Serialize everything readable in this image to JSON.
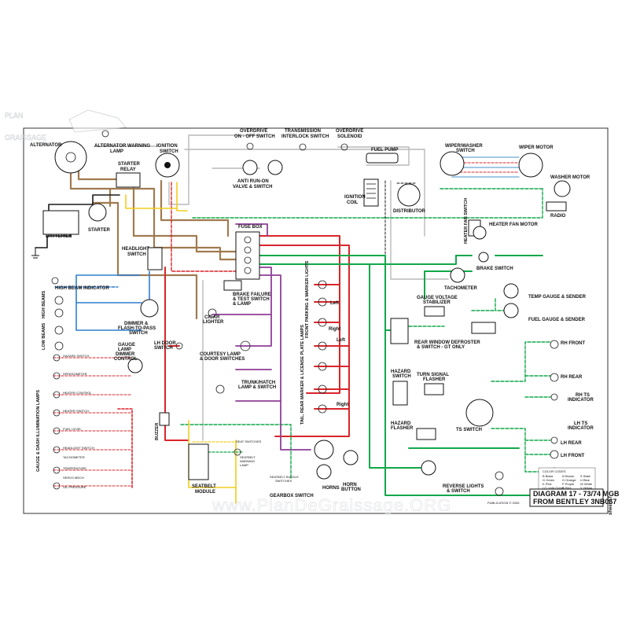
{
  "logo": {
    "line1": "PLAN",
    "line2": "GRAISSAGE"
  },
  "watermark": "www.PlanDeGraissage.ORG",
  "sheet_label": "sheet 17",
  "title": {
    "line1": "DIAGRAM 17 - 73/74 MGB",
    "line2": "FROM BENTLEY 3NB067"
  },
  "publisher": "PUBLICATION © 2005",
  "components": {
    "alternator": "ALTERNATOR",
    "alt_warning": "ALTERNATOR WARNING",
    "alt_warning_2": "LAMP",
    "ignition_switch": "IGNITION",
    "ignition_switch_2": "SWITCH",
    "starter_relay": "STARTER",
    "starter_relay_2": "RELAY",
    "batteries": "BATTERIES",
    "starter": "STARTER",
    "overdrive_switch": "OVERDRIVE",
    "overdrive_switch_2": "ON - OFF SWITCH",
    "transmission_switch": "TRANSMISSION",
    "transmission_switch_2": "INTERLOCK SWITCH",
    "overdrive_solenoid": "OVERDRIVE",
    "overdrive_solenoid_2": "SOLENOID",
    "fuel_pump": "FUEL PUMP",
    "anti_run_on": "ANTI RUN-ON",
    "anti_run_on_2": "VALVE & SWITCH",
    "ignition_coil": "IGNITION",
    "ignition_coil_2": "COIL",
    "distributor": "DISTRIBUTOR",
    "wiper_washer_switch": "WIPER/WASHER",
    "wiper_washer_switch_2": "SWITCH",
    "wiper_motor": "WIPER MOTOR",
    "washer_motor": "WASHER MOTOR",
    "radio": "RADIO",
    "heater_fan_switch": "HEATER FAN SWITCH",
    "heater_fan_motor": "HEATER FAN MOTOR",
    "fuse_box": "FUSE BOX",
    "headlight_switch": "HEADLIGHT",
    "headlight_switch_2": "SWITCH",
    "high_beam_indicator": "HIGH BEAM INDICATOR",
    "high_beams": "HIGH BEAMS",
    "low_beams": "LOW BEAMS",
    "dimmer_switch": "DIMMER &",
    "dimmer_switch_2": "FLASH-TO-PASS",
    "dimmer_switch_3": "SWITCH",
    "brake_failure": "BRAKE FAILURE",
    "brake_failure_2": "& TEST SWITCH",
    "brake_failure_3": "& LAMP",
    "cigar_lighter": "CIGAR",
    "cigar_lighter_2": "LIGHTER",
    "courtesy_lamp": "COURTESY LAMP",
    "courtesy_lamp_2": "& DOOR SWITCHES",
    "trunk_lamp": "TRUNK/HATCH",
    "trunk_lamp_2": "LAMP & SWITCH",
    "gauge_lamp_dimmer": "GAUGE",
    "gauge_lamp_dimmer_2": "LAMP",
    "gauge_lamp_dimmer_3": "DIMMER",
    "gauge_lamp_dimmer_4": "CONTROL",
    "lh_door_switch": "LH DOOR",
    "lh_door_switch_2": "SWITCH",
    "gauge_dash_lamps": "GAUGE & DASH ILLUMINATION LAMPS",
    "front_parking": "FRONT PARKING & MARKER LIGHTS",
    "tail_rear_marker": "TAIL, REAR MARKER & LICENSE PLATE LAMPS",
    "left_1": "Left",
    "right_1": "Right",
    "left_2": "Left",
    "right_2": "Right",
    "buzzer": "BUZZER",
    "seatbelt_module": "SEATBELT",
    "seatbelt_module_2": "MODULE",
    "seatbelt_warning": "SEATBELT",
    "seatbelt_warning_2": "WARNING",
    "seatbelt_warning_3": "LAMP",
    "seat_switches": "SEAT SWITCHES",
    "seatbelt_buckle": "SEATBELT BUCKLE",
    "seatbelt_buckle_2": "SWITCHES",
    "gearbox_switch": "GEARBOX SWITCH",
    "horns": "HORNS",
    "horn_button": "HORN",
    "horn_button_2": "BUTTON",
    "reverse_lights": "REVERSE LIGHTS",
    "reverse_lights_2": "& SWITCH",
    "brake_switch": "BRAKE SWITCH",
    "tachometer": "TACHOMETER",
    "voltage_stabilizer": "GAUGE VOLTAGE",
    "voltage_stabilizer_2": "STABILIZER",
    "temp_gauge": "TEMP GAUGE & SENDER",
    "fuel_gauge": "FUEL GAUGE & SENDER",
    "rear_defroster": "REAR WINDOW DEFROSTER",
    "rear_defroster_2": "& SWITCH - GT ONLY",
    "hazard_switch": "HAZARD",
    "hazard_switch_2": "SWITCH",
    "turn_flasher": "TURN SIGNAL",
    "turn_flasher_2": "FLASHER",
    "hazard_flasher": "HAZARD",
    "hazard_flasher_2": "FLASHER",
    "ts_switch": "TS SWITCH",
    "rh_front": "RH FRONT",
    "rh_rear": "RH REAR",
    "rh_ts": "RH TS",
    "rh_ts_2": "INDICATOR",
    "lh_ts": "LH TS",
    "lh_ts_2": "INDICATOR",
    "lh_rear": "LH REAR",
    "lh_front": "LH FRONT"
  },
  "gauge_lamps": [
    "HAZARD SWITCH",
    "SPEEDOMETER",
    "HEATER CONTROL",
    "HEATER SWITCH",
    "FUEL LEVEL",
    "HEADLIGHT SWITCH",
    "TACHOMETER",
    "TEMPERATURE",
    "SERVO MECH",
    "OIL PRESSURE"
  ],
  "color_code": {
    "title": "COLOR CODES",
    "items": [
      "B  Black",
      "G  Green",
      "K  Pink",
      "LG  Light Green",
      "N  Brown",
      "O  Orange",
      "P  Purple",
      "R  Red",
      "S  Slate",
      "U  Blue",
      "W  White",
      "Y  Yellow"
    ]
  },
  "wire_colors": {
    "brown": "#a07a4f",
    "red": "#d9252b",
    "green": "#12a84a",
    "purple": "#8f3f98",
    "blue": "#2f7fd1",
    "yellow": "#f2cd1f",
    "white": "#c9c9c9",
    "black": "#1a1a1a"
  }
}
